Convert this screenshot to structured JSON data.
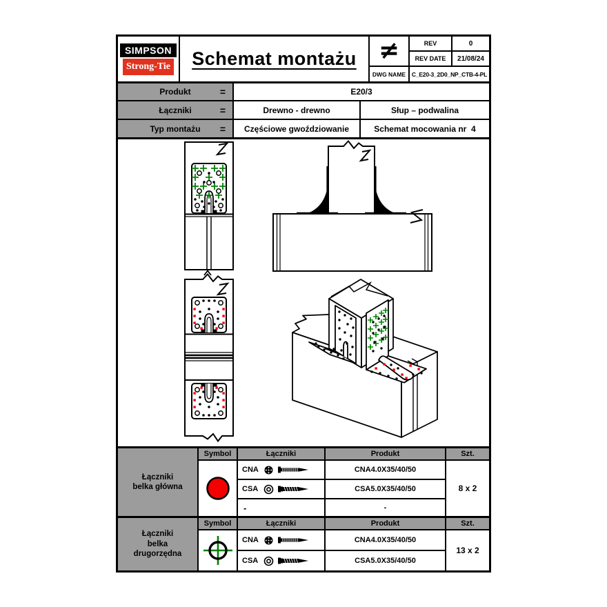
{
  "header": {
    "logo_top": "SIMPSON",
    "logo_bottom": "Strong-Tie",
    "title": "Schemat montażu",
    "neq_symbol": "≠",
    "rev_label": "REV",
    "rev_value": "0",
    "rev_date_label": "REV DATE",
    "rev_date_value": "21/08/24",
    "dwg_label": "DWG NAME",
    "dwg_value": "C_E20-3_2D0_NP_CTB-4-PL"
  },
  "info_table": {
    "rows": [
      {
        "label": "Produkt",
        "eq": "=",
        "value": "E20/3"
      },
      {
        "label": "Łączniki",
        "eq": "=",
        "value_left": "Drewno - drewno",
        "value_right": "Słup – podwalina"
      },
      {
        "label": "Typ montażu",
        "eq": "=",
        "value_left": "Częściowe gwoździowanie",
        "value_right": "Schemat mocowania nr  4"
      }
    ]
  },
  "fastener_tables": [
    {
      "group_line1": "Łączniki",
      "group_line2": "belka główna",
      "headers": [
        "Symbol",
        "Łączniki",
        "Produkt",
        "Szt."
      ],
      "symbol_type": "red-dot",
      "rows": [
        {
          "code": "CNA",
          "fastener": "ring-nail",
          "product": "CNA4.0X35/40/50"
        },
        {
          "code": "CSA",
          "fastener": "screw",
          "product": "CSA5.0X35/40/50"
        },
        {
          "code": "-",
          "fastener": "none",
          "product": "-"
        }
      ],
      "qty": "8 x 2"
    },
    {
      "group_line1": "Łączniki",
      "group_line2": "belka",
      "group_line3": "drugorzędna",
      "headers": [
        "Symbol",
        "Łączniki",
        "Produkt",
        "Szt."
      ],
      "symbol_type": "green-crosshair",
      "rows": [
        {
          "code": "CNA",
          "fastener": "ring-nail",
          "product": "CNA4.0X35/40/50"
        },
        {
          "code": "CSA",
          "fastener": "screw",
          "product": "CSA5.0X35/40/50"
        }
      ],
      "qty": "13 x 2"
    }
  ],
  "colors": {
    "logo_red": "#e0331f",
    "symbol_red": "#f50000",
    "marker_green": "#008000",
    "cell_gray": "#9c9c9c"
  }
}
